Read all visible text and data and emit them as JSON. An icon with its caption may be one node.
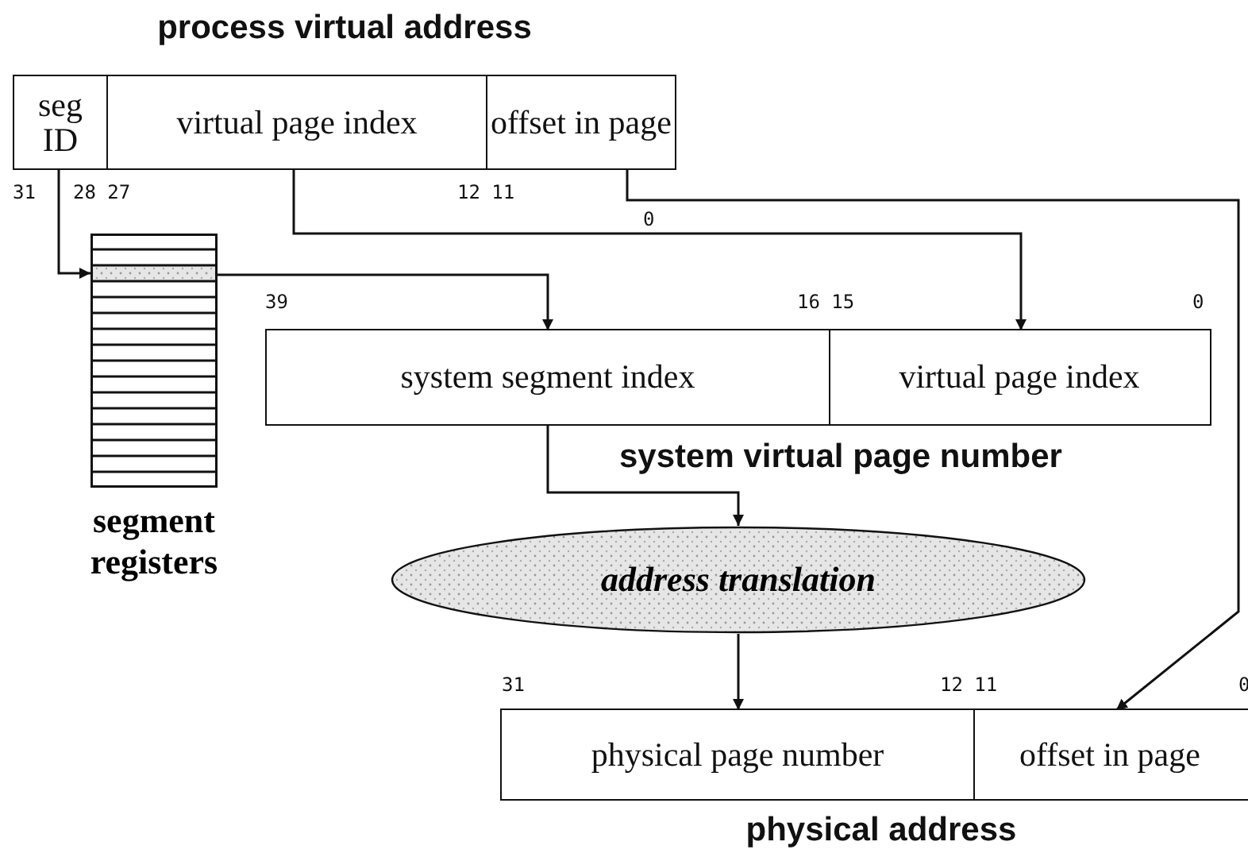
{
  "diagram": {
    "nodes": [
      {
        "text": [
          "process virtual address"
        ]
      },
      {
        "text": [
          "seg ID"
        ],
        "in": 0
      },
      {
        "text": [
          "virtual page index"
        ],
        "in": 0
      },
      {
        "text": [
          "offset in page"
        ],
        "in": 0
      },
      {
        "text": [
          "segment registers"
        ]
      },
      {
        "text": [
          "system virtual page number"
        ]
      },
      {
        "text": [
          "system segment index"
        ],
        "in": 5
      },
      {
        "text": [
          "virtual page index"
        ],
        "in": 5
      },
      {
        "text": [
          "address translation"
        ]
      },
      {
        "text": [
          "physical address"
        ]
      },
      {
        "text": [
          "physical page number"
        ],
        "in": 9
      },
      {
        "text": [
          "offset in page"
        ],
        "in": 9
      }
    ],
    "edges": [
      {
        "from": 1,
        "to": 4,
        "arrow": "to"
      },
      {
        "from": 4,
        "to": 6,
        "arrow": "to"
      },
      {
        "from": 2,
        "to": 7,
        "arrow": "to"
      },
      {
        "from": 3,
        "to": 11,
        "arrow": "to"
      },
      {
        "from": 6,
        "to": 8,
        "arrow": "to"
      },
      {
        "from": 8,
        "to": 10,
        "arrow": "to"
      }
    ],
    "labels": [
      "31",
      "28 27",
      "12 11",
      "0",
      "39",
      "16 15",
      "0",
      "31",
      "12 11",
      "0"
    ]
  }
}
